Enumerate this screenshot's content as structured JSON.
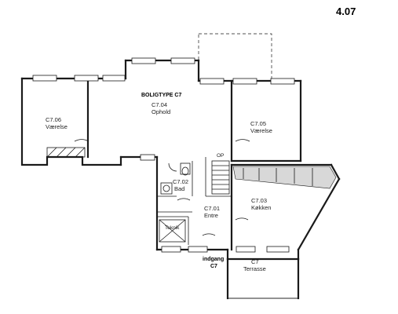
{
  "page_number": "4.07",
  "title": "BOLIGTYPE C7",
  "rooms": [
    {
      "code": "C7.04",
      "name": "Ophold"
    },
    {
      "code": "C7.06",
      "name": "Værelse"
    },
    {
      "code": "C7.05",
      "name": "Værelse"
    },
    {
      "code": "C7.02",
      "name": "Bad"
    },
    {
      "code": "C7.01",
      "name": "Entre"
    },
    {
      "code": "C7.03",
      "name": "Køkken"
    }
  ],
  "teknik_label": "Teknik",
  "stair_label": "OP",
  "entrance": {
    "line1": "indgang",
    "line2": "C7"
  },
  "terrace": {
    "code": "C7",
    "name": "Terrasse"
  }
}
